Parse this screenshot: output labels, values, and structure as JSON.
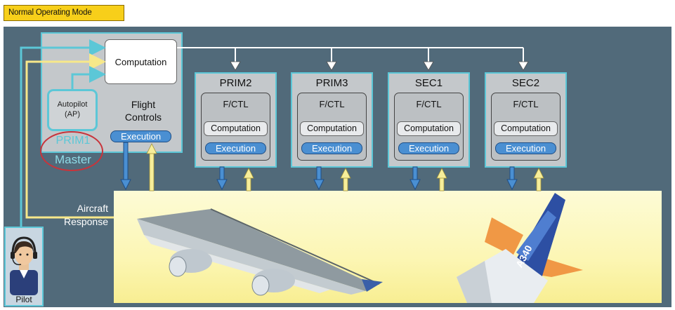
{
  "mode": "Normal Operating Mode",
  "prim1": {
    "computation": "Computation",
    "flight_controls": "Flight\nControls",
    "execution": "Execution",
    "autopilot": "Autopilot\n(AP)",
    "name": "PRIM1",
    "role": "Master"
  },
  "computers": [
    {
      "name": "PRIM2",
      "fctl": "F/CTL",
      "computation": "Computation",
      "execution": "Execution"
    },
    {
      "name": "PRIM3",
      "fctl": "F/CTL",
      "computation": "Computation",
      "execution": "Execution"
    },
    {
      "name": "SEC1",
      "fctl": "F/CTL",
      "computation": "Computation",
      "execution": "Execution"
    },
    {
      "name": "SEC2",
      "fctl": "F/CTL",
      "computation": "Computation",
      "execution": "Execution"
    }
  ],
  "aircraft_response": "Aircraft\nResponse",
  "pilot": "Pilot",
  "tail_lettering": "A340",
  "colors": {
    "panel": "#516a7a",
    "cyan": "#5cc7d7",
    "yellow": "#f7e88a",
    "execution_blue": "#4a8fd2",
    "master_ring": "#c8343b",
    "badge": "#f7cf1a"
  }
}
